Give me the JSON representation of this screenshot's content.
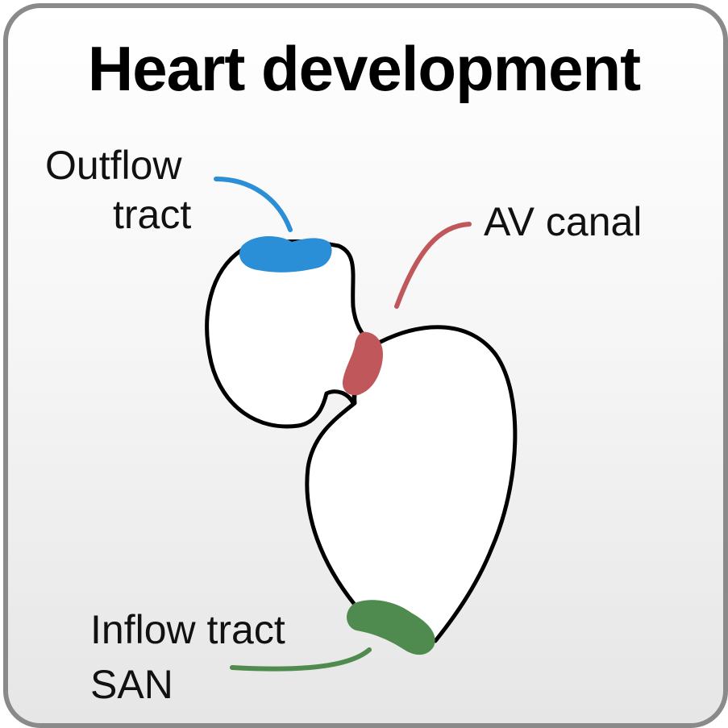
{
  "title": "Heart development",
  "labels": {
    "outflow_line1": "Outflow",
    "outflow_line2": "tract",
    "av_canal": "AV canal",
    "inflow_line1": "Inflow tract",
    "inflow_line2": "SAN"
  },
  "colors": {
    "outflow": "#2a8fd6",
    "av_canal": "#c0575a",
    "inflow": "#4f8a4f",
    "outline": "#000000",
    "border": "#8a8a8a"
  }
}
